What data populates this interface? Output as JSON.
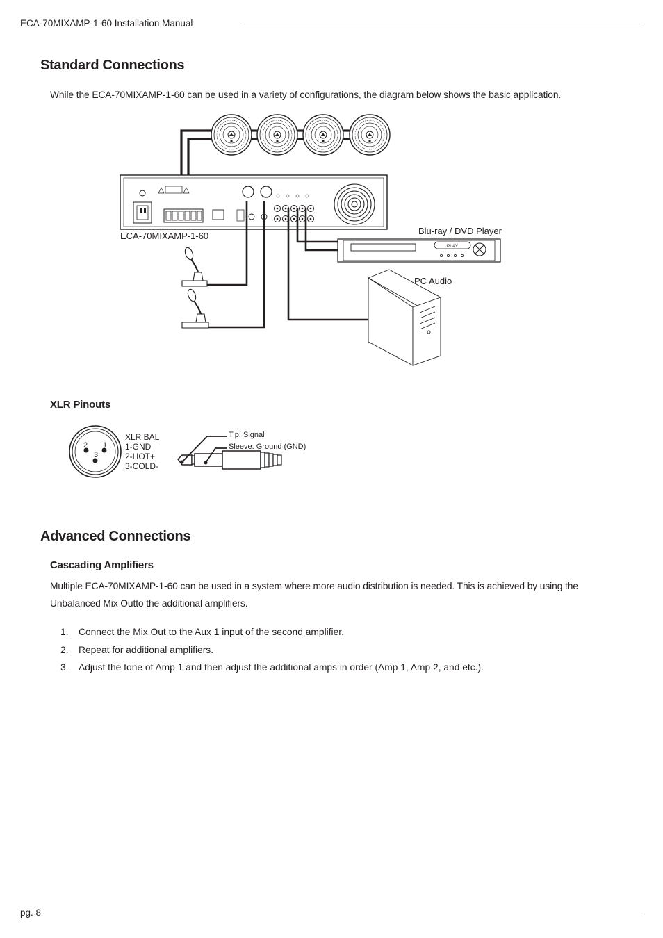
{
  "header": {
    "title": "ECA-70MIXAMP-1-60 Installation Manual"
  },
  "standard": {
    "title": "Standard Connections",
    "intro": "While the ECA-70MIXAMP-1-60 can be used in a variety of configurations, the diagram below shows the basic application.",
    "diagram": {
      "amp_label": "ECA-70MIXAMP-1-60",
      "player_label": "Blu-ray / DVD Player",
      "player_button": "PLAY",
      "pc_label": "PC Audio"
    }
  },
  "xlr": {
    "title": "XLR Pinouts",
    "connector": {
      "pin1": "1",
      "pin2": "2",
      "pin3": "3",
      "lines": [
        "XLR BAL",
        "1-GND",
        "2-HOT+",
        "3-COLD-"
      ]
    },
    "jack": {
      "tip": "Tip: Signal",
      "sleeve": "Sleeve: Ground (GND)"
    }
  },
  "advanced": {
    "title": "Advanced Connections",
    "cascading": {
      "title": "Cascading Amplifiers",
      "paragraph": "Multiple  ECA-70MIXAMP-1-60 can be used in a system where more audio distribution is needed. This is achieved by using the Unbalanced Mix Outto the additional amplifiers.",
      "steps": [
        {
          "num": "1.",
          "text": "Connect the Mix Out to the Aux 1 input of the second amplifier."
        },
        {
          "num": "2.",
          "text": "Repeat for additional amplifiers."
        },
        {
          "num": "3.",
          "text": "Adjust the tone of Amp 1 and then adjust the additional amps in order (Amp 1, Amp 2, and etc.)."
        }
      ]
    }
  },
  "footer": {
    "page": "pg. 8"
  }
}
